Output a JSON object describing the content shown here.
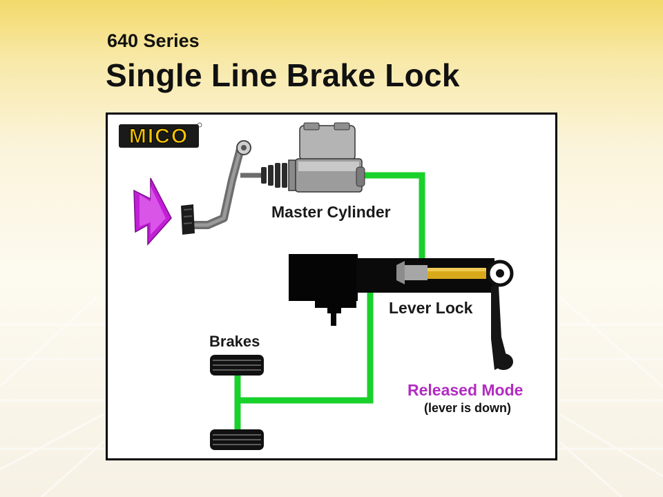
{
  "header": {
    "subtitle": "640 Series",
    "title": "Single Line Brake Lock"
  },
  "diagram": {
    "brand_logo": "MICO",
    "labels": {
      "master_cylinder": "Master Cylinder",
      "lever_lock": "Lever Lock",
      "brakes": "Brakes",
      "mode": "Released Mode",
      "mode_note": "(lever is down)"
    },
    "icons": [
      "push-arrow-icon",
      "brake-pedal-icon",
      "master-cylinder-icon",
      "lever-lock-icon",
      "lever-handle-icon",
      "brake-wheel-icon"
    ],
    "colors": {
      "brake_line": "#19d12b",
      "push_arrow": "#c21ed6",
      "mode_text": "#b12cc1",
      "lock_piston": "#d9a91c",
      "logo_yellow": "#f2c200"
    }
  }
}
